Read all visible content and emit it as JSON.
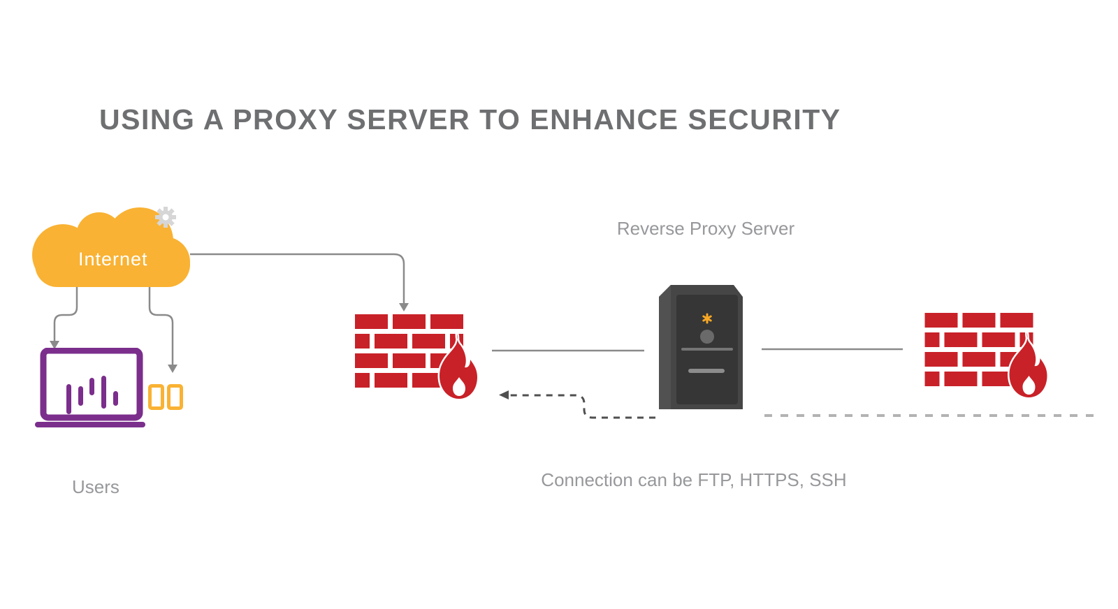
{
  "title": "USING A PROXY SERVER TO ENHANCE SECURITY",
  "nodes": {
    "internet_cloud": {
      "label": "Internet",
      "icon": "cloud-icon",
      "badge_icon": "gear-icon"
    },
    "users": {
      "label": "Users",
      "icons": [
        "laptop-bars-icon",
        "smartphone-icon",
        "smartphone-icon"
      ]
    },
    "firewall_left": {
      "icon": "firewall-brick-flame-icon"
    },
    "reverse_proxy_server": {
      "label": "Reverse Proxy Server",
      "icon": "server-tower-icon"
    },
    "firewall_right": {
      "icon": "firewall-brick-flame-icon"
    },
    "connection_note": {
      "label": "Connection can be FTP, HTTPS, SSH"
    }
  },
  "connections": [
    {
      "from": "internet_cloud",
      "to": "firewall_left",
      "style": "solid-arrow"
    },
    {
      "from": "internet_cloud",
      "to": "users_laptop",
      "style": "solid-arrow"
    },
    {
      "from": "internet_cloud",
      "to": "users_phones",
      "style": "solid-arrow"
    },
    {
      "from": "firewall_left",
      "to": "reverse_proxy_server",
      "style": "solid-line"
    },
    {
      "from": "reverse_proxy_server",
      "to": "firewall_left",
      "style": "dashed-arrow"
    },
    {
      "from": "reverse_proxy_server",
      "to": "firewall_right",
      "style": "solid-line"
    },
    {
      "from": "firewall_right",
      "to": "right_edge",
      "style": "dashed-line"
    }
  ],
  "colors": {
    "cloud_orange": "#F9B233",
    "device_purple": "#7B2E8C",
    "firewall_red": "#C92128",
    "server_casing": "#464646",
    "server_panel": "#363636",
    "led_orange": "#F9A825",
    "line_gray": "#8A8A8A",
    "dashed_dark": "#4F4F4F",
    "dashed_light": "#B3B3B3",
    "title_gray": "#6E6F71",
    "label_gray": "#97989B",
    "gear_gray": "#D6D6D6"
  }
}
